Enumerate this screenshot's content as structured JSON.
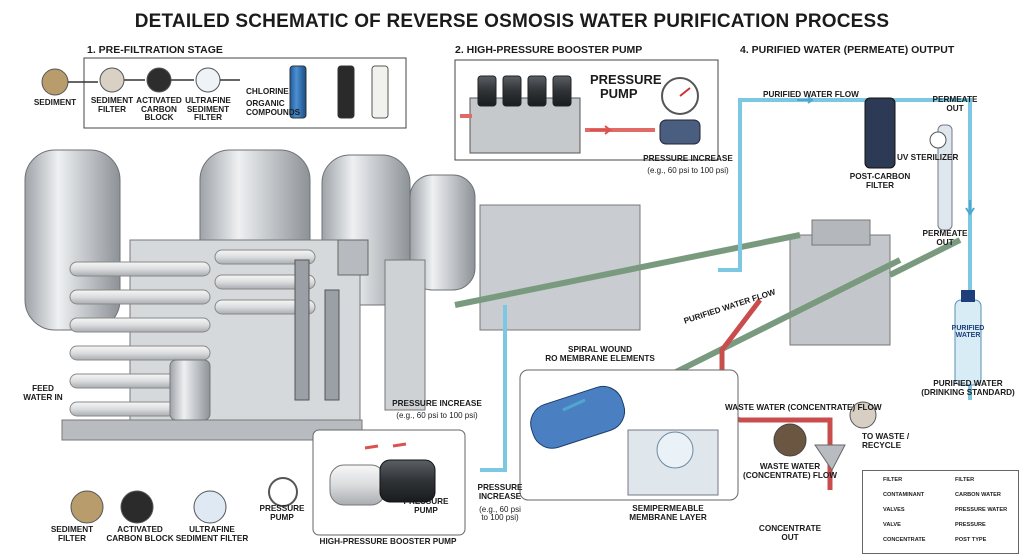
{
  "title": "DETAILED SCHEMATIC OF REVERSE OSMOSIS WATER PURIFICATION PROCESS",
  "stages": {
    "pre_filtration": "1. PRE-FILTRATION STAGE",
    "booster_pump": "2. HIGH-PRESSURE BOOSTER PUMP",
    "output": "4. PURIFIED WATER (PERMEATE) OUTPUT"
  },
  "prefilter": {
    "sediment": "SEDIMENT",
    "sediment_filter": [
      "SEDIMENT",
      "FILTER"
    ],
    "activated_carbon": [
      "ACTIVATED",
      "CARBON",
      "BLOCK"
    ],
    "ultrafine": [
      "ULTRAFINE",
      "SEDIMENT",
      "FILTER"
    ],
    "chlorine": "CHLORINE",
    "organic": [
      "ORGANIC",
      "COMPOUNDS"
    ]
  },
  "pump_top": {
    "label": [
      "PRESSURE",
      "PUMP"
    ],
    "pressure_increase": "PRESSURE INCREASE",
    "pressure_note": "(e.g., 60 psi to 100 psi)"
  },
  "output": {
    "purified_flow": "PURIFIED WATER FLOW",
    "permeate_out_1": [
      "PERMEATE",
      "OUT"
    ],
    "uv": "UV STERILIZER",
    "post_carbon": [
      "POST-CARBON",
      "FILTER"
    ],
    "permeate_out_2": [
      "PERMEATE",
      "OUT"
    ],
    "bottle_label": [
      "PURIFIED",
      "WATER"
    ],
    "purified_water": [
      "PURIFIED WATER",
      "(DRINKING STANDARD)"
    ]
  },
  "plant": {
    "feed_water": [
      "FEED",
      "WATER IN"
    ],
    "purified_flow_2": "PURIFIED WATER FLOW",
    "spiral": [
      "SPIRAL WOUND",
      "RO MEMBRANE ELEMENTS"
    ],
    "pressure_increase": "PRESSURE INCREASE",
    "pressure_note": "(e.g., 60 psi to 100 psi)",
    "waste_flow": "WASTE WATER (CONCENTRATE) FLOW",
    "to_waste": [
      "TO WASTE /",
      "RECYCLE"
    ],
    "waste_flow_2": [
      "WASTE WATER",
      "(CONCENTRATE) FLOW"
    ],
    "semipermeable": [
      "SEMIPERMEABLE",
      "MEMBRANE LAYER"
    ],
    "concentrate_out": [
      "CONCENTRATE",
      "OUT"
    ]
  },
  "pump_bottom": {
    "pressure_pump_left": [
      "PRESSURE",
      "PUMP"
    ],
    "pressure_pump_right": [
      "PRESSURE",
      "PUMP"
    ],
    "caption": "HIGH-PRESSURE BOOSTER PUMP",
    "pressure_increase": [
      "PRESSURE",
      "INCREASE"
    ],
    "pressure_note": [
      "(e.g., 60 psi",
      "to 100 psi)"
    ]
  },
  "bottom_filters": {
    "sediment": [
      "SEDIMENT",
      "FILTER"
    ],
    "carbon": [
      "ACTIVATED",
      "CARBON BLOCK"
    ],
    "ultrafine": [
      "ULTRAFINE",
      "SEDIMENT FILTER"
    ]
  },
  "legend": [
    {
      "left": "FILTER",
      "right": "FILTER"
    },
    {
      "left": "CONTAMINANT",
      "right": "CARBON WATER"
    },
    {
      "left": "VALVES",
      "right": "PRESSURE WATER"
    },
    {
      "left": "VALVE",
      "right": "PRESSURE"
    },
    {
      "left": "CONCENTRATE",
      "right": "POST TYPE"
    }
  ],
  "colors": {
    "pure_water": "#7cc7e2",
    "pressure_red": "#d9534f",
    "steel": "#c9cdd1",
    "filter_blue": "#2d6fb4"
  }
}
